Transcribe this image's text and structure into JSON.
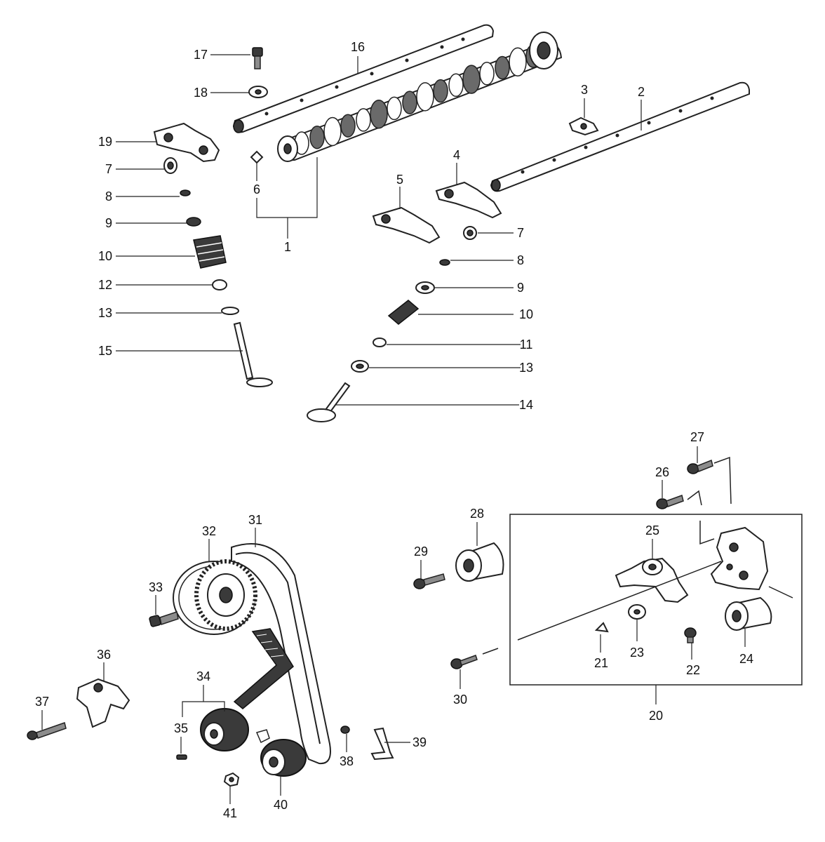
{
  "callouts": {
    "c1": "1",
    "c2": "2",
    "c3": "3",
    "c4": "4",
    "c5": "5",
    "c6": "6",
    "c7a": "7",
    "c7b": "7",
    "c8a": "8",
    "c8b": "8",
    "c9a": "9",
    "c9b": "9",
    "c10a": "10",
    "c10b": "10",
    "c11": "11",
    "c12": "12",
    "c13a": "13",
    "c13b": "13",
    "c14": "14",
    "c15": "15",
    "c16": "16",
    "c17": "17",
    "c18": "18",
    "c19": "19",
    "c20": "20",
    "c21": "21",
    "c22": "22",
    "c23": "23",
    "c24": "24",
    "c25": "25",
    "c26": "26",
    "c27": "27",
    "c28": "28",
    "c29": "29",
    "c30": "30",
    "c31": "31",
    "c32": "32",
    "c33": "33",
    "c34": "34",
    "c35": "35",
    "c36": "36",
    "c37": "37",
    "c38": "38",
    "c39": "39",
    "c40": "40",
    "c41": "41"
  }
}
